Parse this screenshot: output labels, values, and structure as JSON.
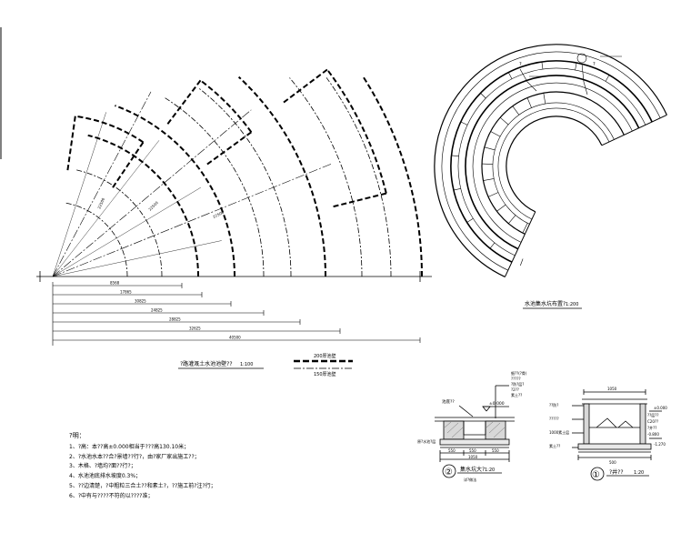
{
  "plan": {
    "radii_labels": [
      "8568",
      "17865",
      "30825",
      "24825",
      "28825",
      "32625",
      "40500"
    ],
    "title": "?路灌溉土水池池壁??",
    "scale": "1:100"
  },
  "radial": {
    "labels": [
      "22500",
      "22500",
      "22500"
    ]
  },
  "legend": {
    "thick_label": "200厚池壁",
    "dash_label": "150厚池壁"
  },
  "layout_plan": {
    "title": "水池集水坑布置?",
    "scale": "1:200",
    "top_label": "?",
    "side_label": "?"
  },
  "detail2": {
    "title": "集水坑大?",
    "number": "②",
    "scale": "1:20",
    "subtitle": "详?做法",
    "elev": "±0.000",
    "top_label": "池底??",
    "left_label": "原?水池?层",
    "dims": [
      "550",
      "550",
      "550",
      "1050"
    ],
    "layers": [
      "细??(?骨)",
      "?????",
      "?防?层?",
      "?2??",
      "素土??"
    ]
  },
  "detail1": {
    "title": "?井??",
    "number": "①",
    "scale": "1:20",
    "elev_top": "±0.000",
    "elev_bot": "-1.270",
    "dims": [
      "1050",
      "500"
    ],
    "left_labels": [
      "??防?",
      "?????",
      "1000素土层",
      "素土??"
    ],
    "right_labels": [
      "??层??",
      "C20??",
      "?井??",
      "-0.800"
    ]
  },
  "notes": {
    "header": "?明：",
    "lines": [
      "1、?高：本??高±0.000相当于???高130.10米；",
      "2、?水池水本??合?景墙??行?，由?家厂家出施工??；",
      "3、木格、?墙均?面??行?；",
      "4、水池池底排水坡度0.3%；",
      "5、??边清楚，?中粗粒三合土??和素土?，??施工前?注?行；",
      "6、?中有与????不符的以????准；"
    ]
  }
}
